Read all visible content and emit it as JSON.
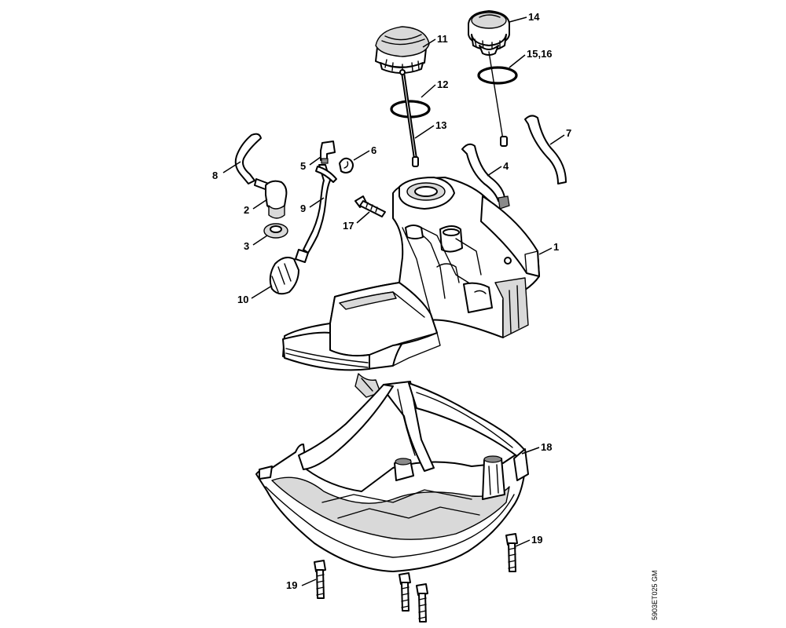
{
  "callouts": {
    "c1": "1",
    "c2": "2",
    "c3": "3",
    "c4": "4",
    "c5": "5",
    "c6": "6",
    "c7": "7",
    "c8": "8",
    "c9": "9",
    "c10": "10",
    "c11": "11",
    "c12": "12",
    "c13": "13",
    "c14": "14",
    "c15_16": "15,16",
    "c17": "17",
    "c18": "18",
    "c19a": "19",
    "c19b": "19"
  },
  "drawing_code": "5903ET025 GM"
}
